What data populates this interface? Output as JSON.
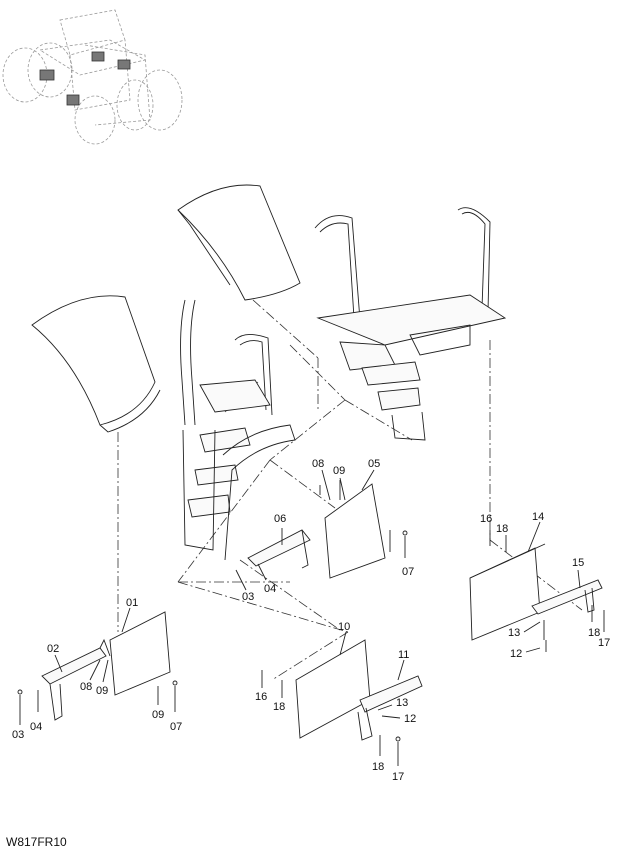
{
  "drawing_code": "W817FR10",
  "callouts": [
    {
      "id": "c01",
      "text": "01"
    },
    {
      "id": "c02",
      "text": "02"
    },
    {
      "id": "c03a",
      "text": "03"
    },
    {
      "id": "c03b",
      "text": "03"
    },
    {
      "id": "c04a",
      "text": "04"
    },
    {
      "id": "c04b",
      "text": "04"
    },
    {
      "id": "c05",
      "text": "05"
    },
    {
      "id": "c06",
      "text": "06"
    },
    {
      "id": "c07a",
      "text": "07"
    },
    {
      "id": "c07b",
      "text": "07"
    },
    {
      "id": "c08a",
      "text": "08"
    },
    {
      "id": "c08b",
      "text": "08"
    },
    {
      "id": "c09a",
      "text": "09"
    },
    {
      "id": "c09b",
      "text": "09"
    },
    {
      "id": "c09c",
      "text": "09"
    },
    {
      "id": "c10",
      "text": "10"
    },
    {
      "id": "c11",
      "text": "11"
    },
    {
      "id": "c12a",
      "text": "12"
    },
    {
      "id": "c12b",
      "text": "12"
    },
    {
      "id": "c13a",
      "text": "13"
    },
    {
      "id": "c13b",
      "text": "13"
    },
    {
      "id": "c14",
      "text": "14"
    },
    {
      "id": "c15",
      "text": "15"
    },
    {
      "id": "c16a",
      "text": "16"
    },
    {
      "id": "c16b",
      "text": "16"
    },
    {
      "id": "c17a",
      "text": "17"
    },
    {
      "id": "c17b",
      "text": "17"
    },
    {
      "id": "c18a",
      "text": "18"
    },
    {
      "id": "c18b",
      "text": "18"
    },
    {
      "id": "c18c",
      "text": "18"
    }
  ]
}
